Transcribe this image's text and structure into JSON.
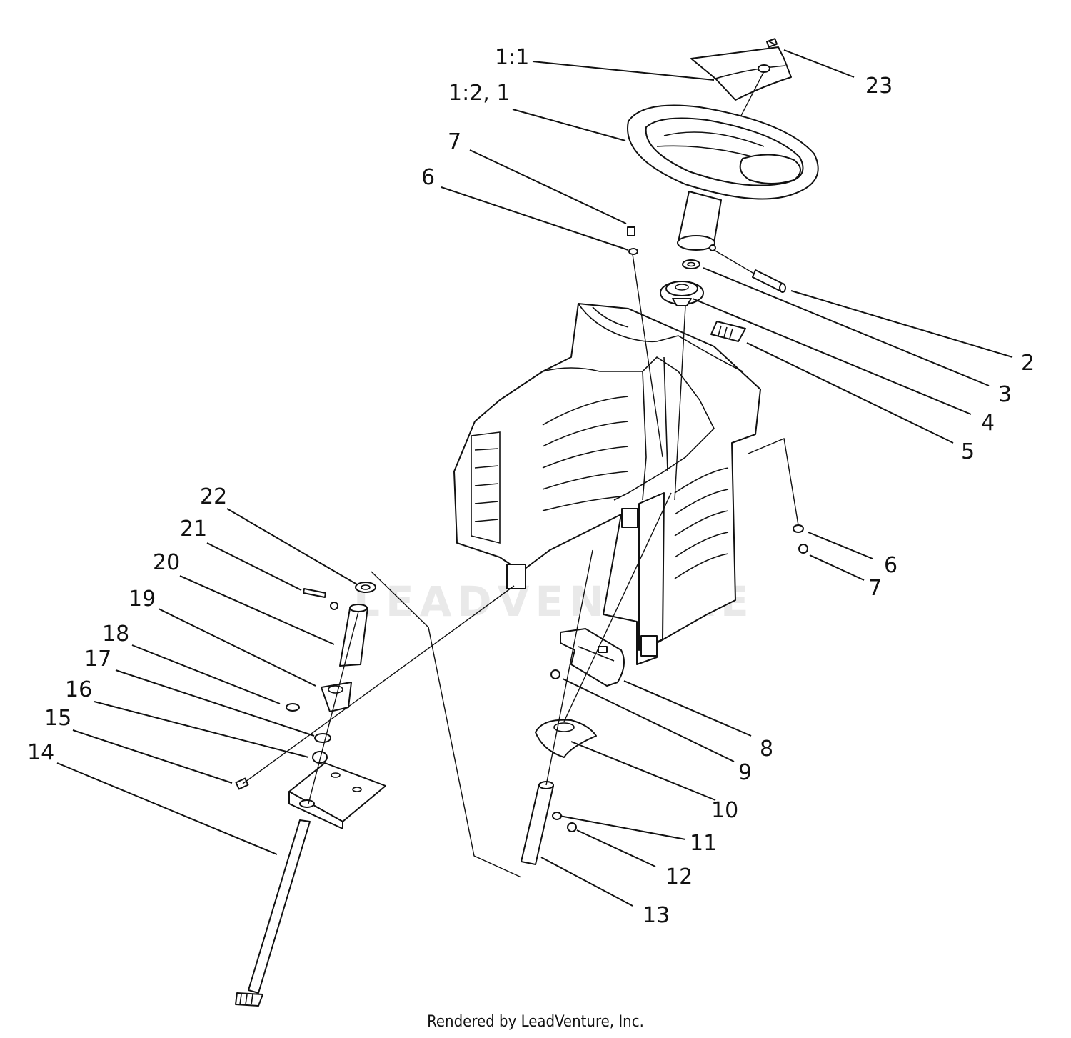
{
  "callouts": {
    "c1_1": "1:1",
    "c1_2_1": "1:2, 1",
    "c23": "23",
    "c7_top": "7",
    "c6_top": "6",
    "c2": "2",
    "c3": "3",
    "c4": "4",
    "c5": "5",
    "c6_right": "6",
    "c7_right": "7",
    "c22": "22",
    "c21": "21",
    "c20": "20",
    "c19": "19",
    "c18": "18",
    "c17": "17",
    "c16": "16",
    "c15": "15",
    "c14": "14",
    "c8": "8",
    "c9": "9",
    "c10": "10",
    "c11": "11",
    "c12": "12",
    "c13": "13"
  },
  "watermark": "LEADVENTURE",
  "credit": "Rendered by LeadVenture, Inc."
}
